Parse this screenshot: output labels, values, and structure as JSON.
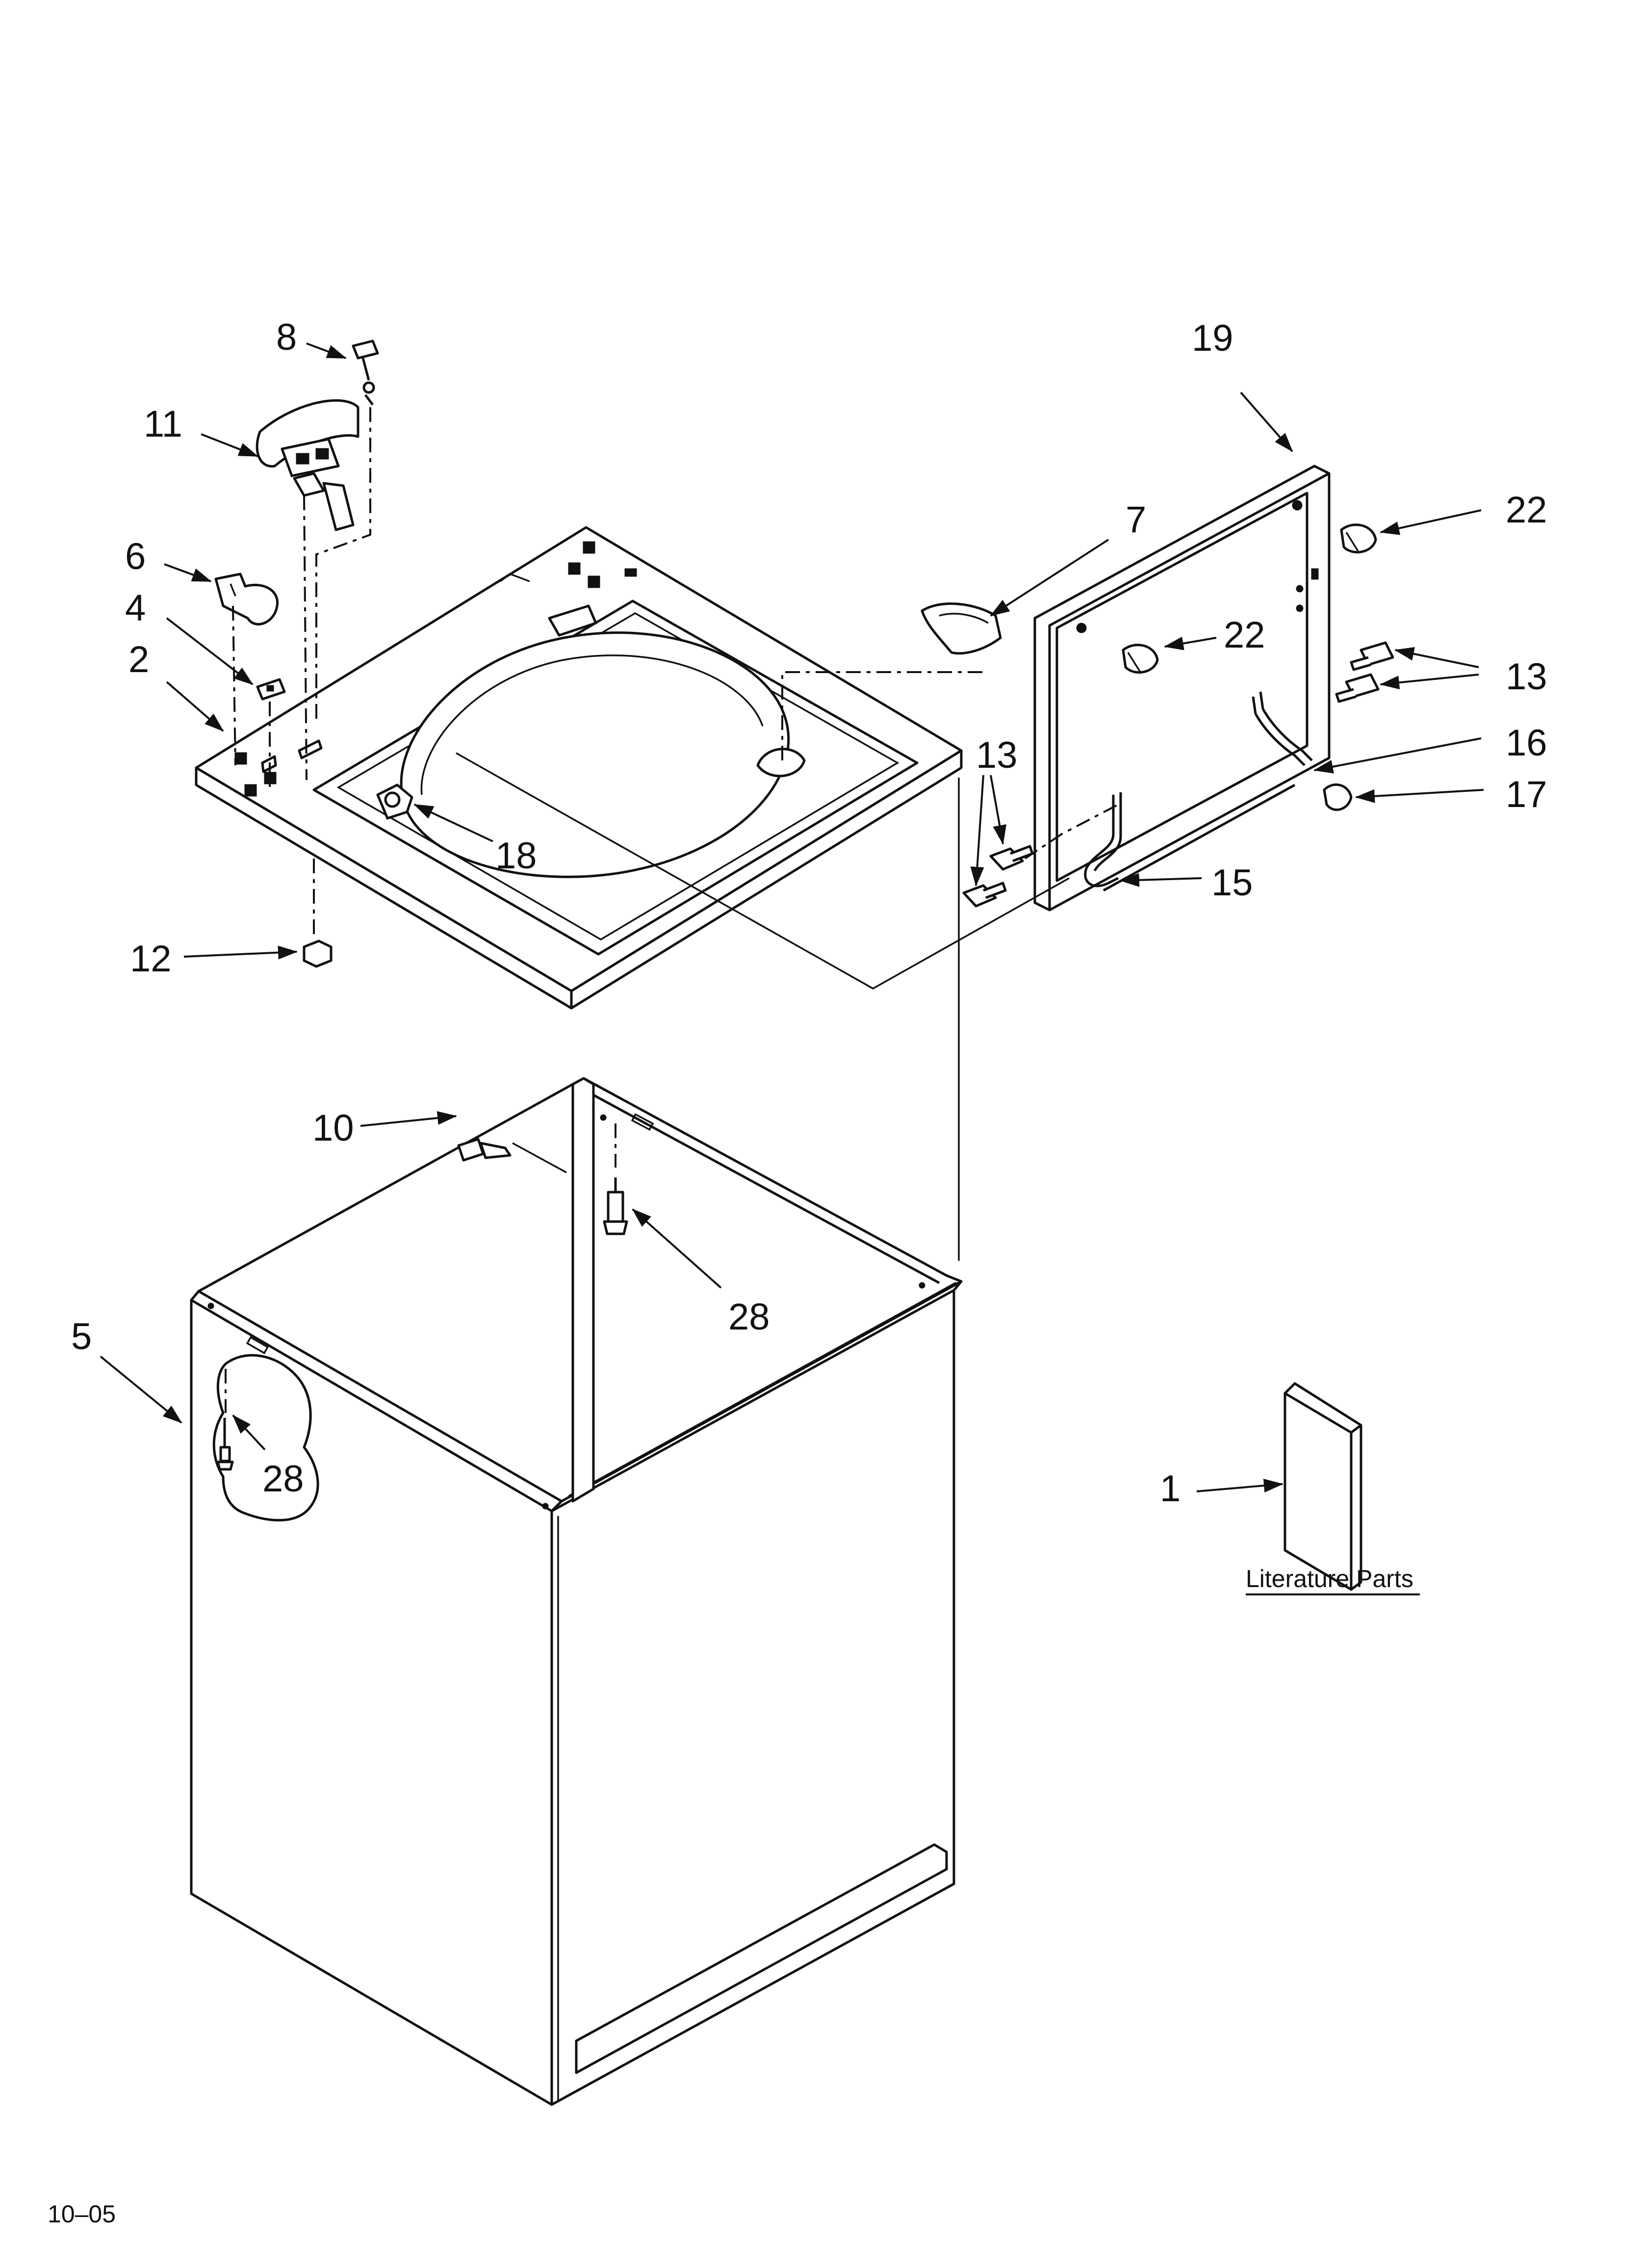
{
  "diagram": {
    "callouts": [
      {
        "id": "8",
        "label": "8"
      },
      {
        "id": "11",
        "label": "11"
      },
      {
        "id": "6",
        "label": "6"
      },
      {
        "id": "4",
        "label": "4"
      },
      {
        "id": "2",
        "label": "2"
      },
      {
        "id": "18",
        "label": "18"
      },
      {
        "id": "12",
        "label": "12"
      },
      {
        "id": "7",
        "label": "7"
      },
      {
        "id": "19",
        "label": "19"
      },
      {
        "id": "22a",
        "label": "22"
      },
      {
        "id": "22b",
        "label": "22"
      },
      {
        "id": "13a",
        "label": "13"
      },
      {
        "id": "13b",
        "label": "13"
      },
      {
        "id": "16",
        "label": "16"
      },
      {
        "id": "17",
        "label": "17"
      },
      {
        "id": "15",
        "label": "15"
      },
      {
        "id": "10",
        "label": "10"
      },
      {
        "id": "28a",
        "label": "28"
      },
      {
        "id": "28b",
        "label": "28"
      },
      {
        "id": "5",
        "label": "5"
      },
      {
        "id": "1",
        "label": "1"
      }
    ],
    "literature_caption": "Literature Parts",
    "date_code": "10–05"
  }
}
